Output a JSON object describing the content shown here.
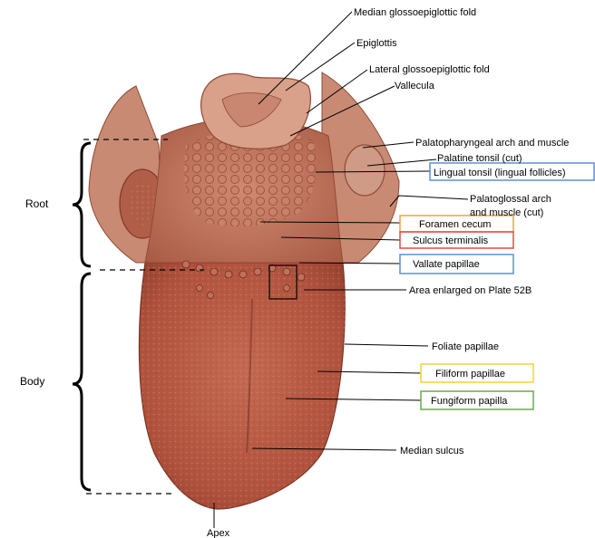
{
  "regions": {
    "root": "Root",
    "body": "Body"
  },
  "labels": {
    "median_glossoepiglottic_fold": "Median glossoepiglottic fold",
    "epiglottis": "Epiglottis",
    "lateral_glossoepiglottic_fold": "Lateral glossoepiglottic fold",
    "vallecula": "Vallecula",
    "palatopharyngeal_arch": "Palatopharyngeal arch and muscle",
    "palatine_tonsil": "Palatine tonsil (cut)",
    "lingual_tonsil": "Lingual tonsil (lingual follicles)",
    "palatoglossal_arch_1": "Palatoglossal arch",
    "palatoglossal_arch_2": "and muscle (cut)",
    "foramen_cecum": "Foramen cecum",
    "sulcus_terminalis": "Sulcus terminalis",
    "vallate_papillae": "Vallate papillae",
    "area_enlarged": "Area enlarged on Plate 52B",
    "foliate_papillae": "Foliate papillae",
    "filiform_papillae": "Filiform papillae",
    "fungiform_papilla": "Fungiform papilla",
    "median_sulcus": "Median sulcus",
    "apex": "Apex"
  },
  "colors": {
    "blue_box": "#5b8fd6",
    "orange_box": "#f0a23a",
    "red_box": "#e04a4a",
    "yellow_box": "#f2d23a",
    "green_box": "#6aaa4a",
    "tongue_body": "#b5533e",
    "tongue_root": "#c26f58",
    "epiglottis": "#d59a82"
  }
}
